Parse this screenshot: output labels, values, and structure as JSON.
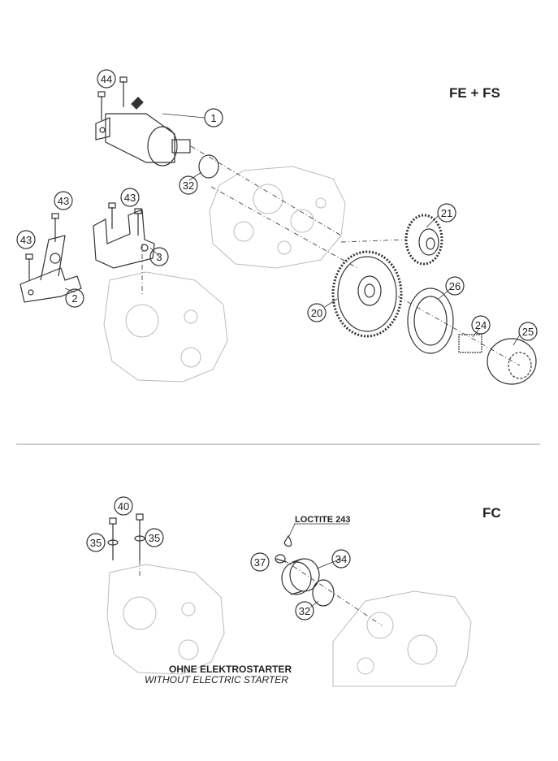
{
  "sections": {
    "top_title": "FE + FS",
    "bottom_title": "FC"
  },
  "callouts": {
    "c1": "1",
    "c2": "2",
    "c3": "3",
    "c20": "20",
    "c21": "21",
    "c24": "24",
    "c25": "25",
    "c26": "26",
    "c32_top": "32",
    "c43_a": "43",
    "c43_b": "43",
    "c43_c": "43",
    "c44": "44",
    "c40": "40",
    "c35_a": "35",
    "c35_b": "35",
    "c37": "37",
    "c34": "34",
    "c32_bottom": "32"
  },
  "note_loctite": "LOCTITE 243",
  "caption": {
    "german": "OHNE ELEKTROSTARTER",
    "english": "WITHOUT ELECTRIC STARTER"
  }
}
